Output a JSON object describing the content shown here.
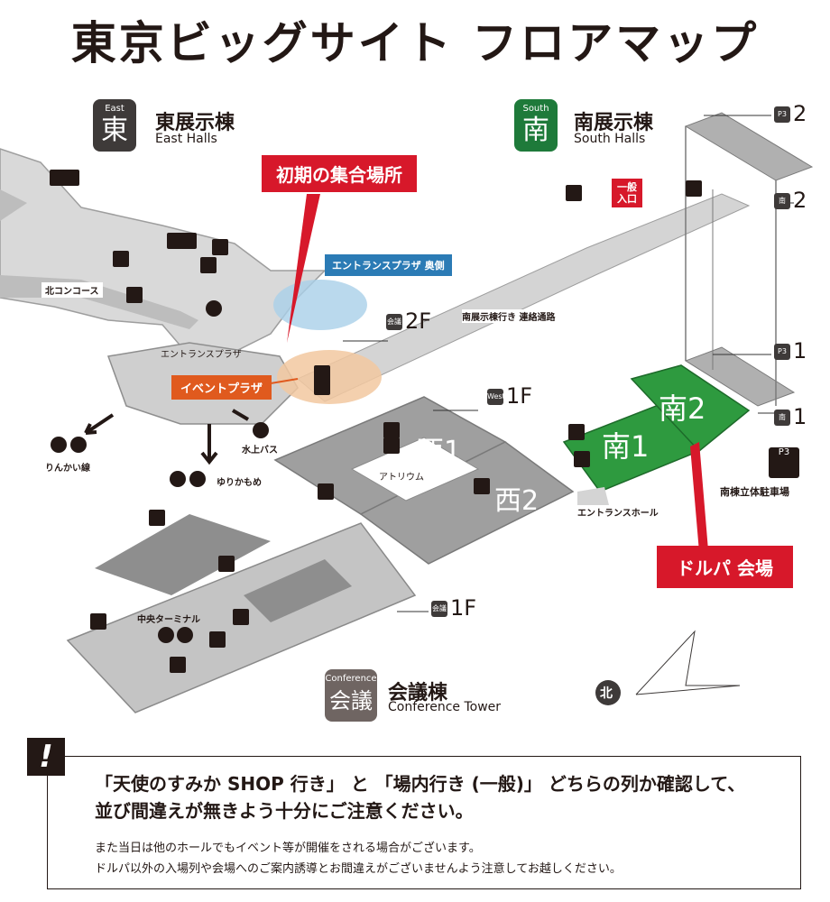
{
  "page_title": "東京ビッグサイト フロアマップ",
  "halls": {
    "east": {
      "badge_top": "East",
      "badge_char": "東",
      "name_jp": "東展示棟",
      "name_en": "East Halls",
      "color": "#3e3a39"
    },
    "south": {
      "badge_top": "South",
      "badge_char": "南",
      "name_jp": "南展示棟",
      "name_en": "South Halls",
      "color": "#1e7a3a"
    },
    "conference": {
      "badge_top": "Conference",
      "badge_char": "会議",
      "name_jp": "会議棟",
      "name_en": "Conference Tower",
      "color": "#6f6562"
    }
  },
  "callouts": {
    "meeting_point": "初期の集合場所",
    "entrance_back": "エントランスプラザ 奥側",
    "event_plaza": "イベントプラザ",
    "venue": "ドルパ 会場",
    "general_entrance": "一般\n入口"
  },
  "labels": {
    "north_concourse": "北コンコース",
    "entrance_plaza": "エントランスプラザ",
    "south_passage": "南展示棟行き 連絡通路",
    "rinkai": "りんかい線",
    "yurikamome": "ゆりかもめ",
    "water_bus": "水上バス",
    "atrium": "アトリウム",
    "entrance_hall": "エントランスホール",
    "central_terminal": "中央ターミナル",
    "south_parking": "南棟立体駐車場",
    "north": "北"
  },
  "floors": {
    "conference_2f": "2F",
    "west_1f": "1F",
    "conference_1f": "1F",
    "west_icon": "West",
    "conf_icon": "会議"
  },
  "halls_numbers": {
    "west1": "西1",
    "west2": "西2",
    "south1": "南1",
    "south2": "南2"
  },
  "south_levels": {
    "p3_top": "2",
    "south_2": "2",
    "p3_mid": "1",
    "south_1": "1",
    "p3": "P3",
    "south_icon": "南"
  },
  "notice": {
    "line1": "「天使のすみか SHOP 行き」 と 「場内行き (一般)」 どちらの列か確認して、",
    "line2": "並び間違えが無きよう十分にご注意ください。",
    "line3": "また当日は他のホールでもイベント等が開催をされる場合がございます。",
    "line4": "ドルパ以外の入場列や会場へのご案内誘導とお間違えがございませんよう注意してお越しください。",
    "icon": "!"
  },
  "colors": {
    "accent_red": "#d7182a",
    "venue_green": "#2e9a3f",
    "entrance_blue": "#2b7bb5",
    "event_orange": "#e05a1e"
  }
}
